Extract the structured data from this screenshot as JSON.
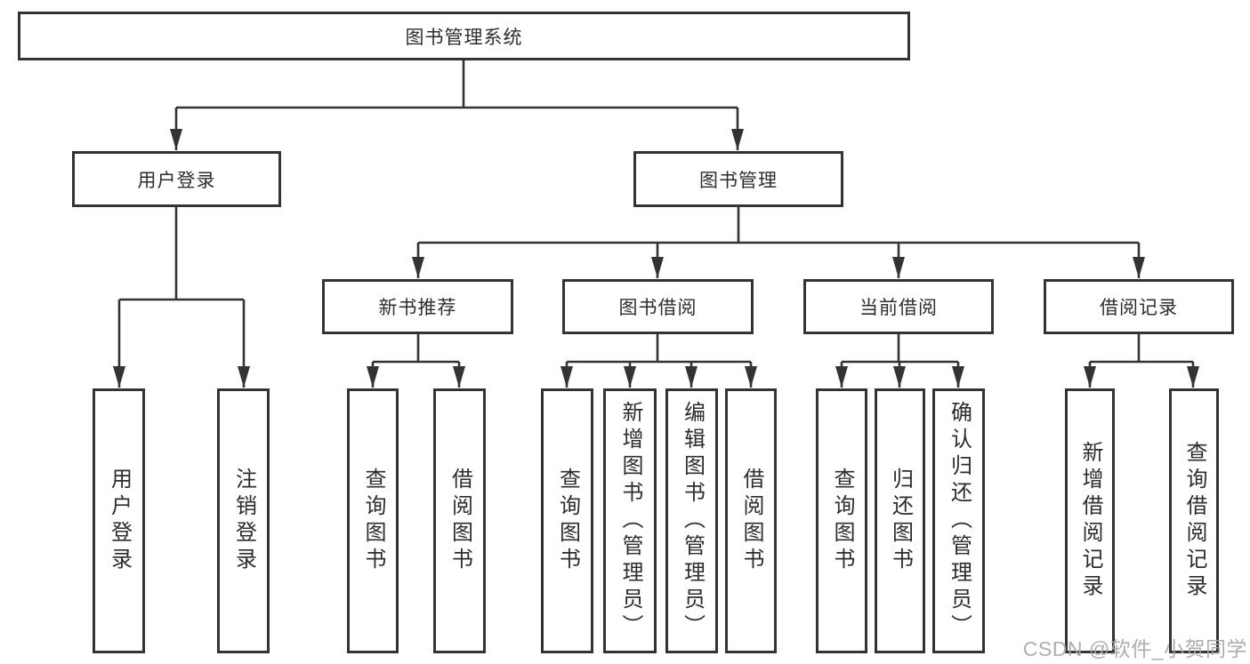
{
  "colors": {
    "line": "#333333",
    "text": "#2d2d2d",
    "background": "#ffffff",
    "watermark": "#a8a8a8"
  },
  "watermark": {
    "text": "CSDN @软件_小贺同学"
  },
  "tree": {
    "label": "图书管理系统",
    "children": [
      {
        "label": "用户登录",
        "children": [
          {
            "label": "用户登录"
          },
          {
            "label": "注销登录"
          }
        ]
      },
      {
        "label": "图书管理",
        "children": [
          {
            "label": "新书推荐",
            "children": [
              {
                "label": "查询图书"
              },
              {
                "label": "借阅图书"
              }
            ]
          },
          {
            "label": "图书借阅",
            "children": [
              {
                "label": "查询图书"
              },
              {
                "label": "新增图书（管理员）"
              },
              {
                "label": "编辑图书（管理员）"
              },
              {
                "label": "借阅图书"
              }
            ]
          },
          {
            "label": "当前借阅",
            "children": [
              {
                "label": "查询图书"
              },
              {
                "label": "归还图书"
              },
              {
                "label": "确认归还（管理员）"
              }
            ]
          },
          {
            "label": "借阅记录",
            "children": [
              {
                "label": "新增借阅记录"
              },
              {
                "label": "查询借阅记录"
              }
            ]
          }
        ]
      }
    ]
  }
}
